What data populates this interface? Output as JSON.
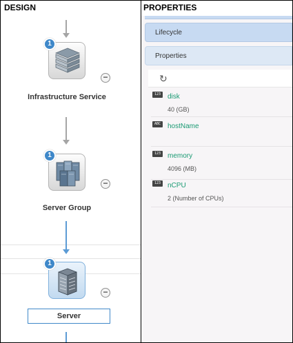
{
  "headers": {
    "design": "DESIGN",
    "properties": "PROPERTIES"
  },
  "design": {
    "nodes": [
      {
        "label": "Infrastructure Service",
        "badge": "1",
        "icon": "infrastructure-service-icon"
      },
      {
        "label": "Server Group",
        "badge": "1",
        "icon": "server-group-icon"
      },
      {
        "label": "Server",
        "badge": "1",
        "icon": "server-icon",
        "selected": true
      }
    ],
    "remove_glyph": "−"
  },
  "properties_panel": {
    "sections": {
      "lifecycle": "Lifecycle",
      "properties": "Properties"
    },
    "refresh_icon": "refresh-icon",
    "refresh_glyph": "↻",
    "items": [
      {
        "type": "123",
        "name": "disk",
        "value": "40 (GB)"
      },
      {
        "type": "ABC",
        "name": "hostName",
        "value": ""
      },
      {
        "type": "123",
        "name": "memory",
        "value": "4096 (MB)"
      },
      {
        "type": "123",
        "name": "nCPU",
        "value": "2 (Number of CPUs)"
      }
    ]
  },
  "colors": {
    "accent": "#3f88c9",
    "property_name": "#1a9a73",
    "panel_bg": "#f7f5f7"
  }
}
